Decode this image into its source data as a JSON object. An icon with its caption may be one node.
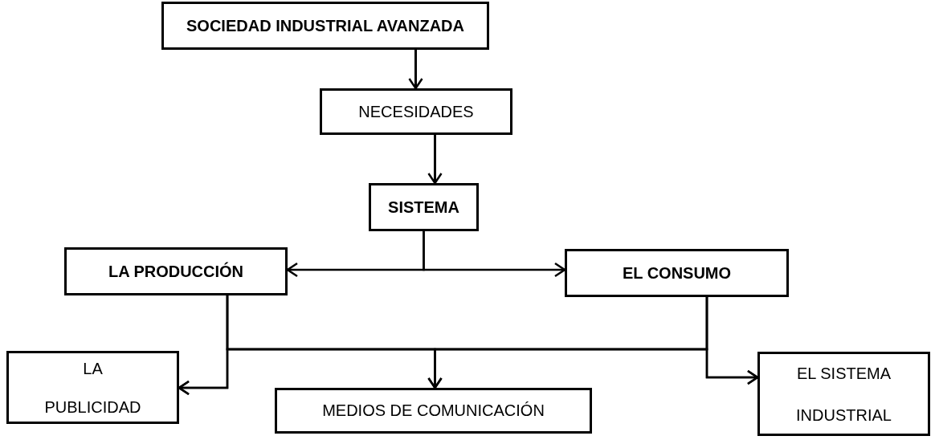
{
  "diagram": {
    "nodes": [
      {
        "text": [
          "SOCIEDAD INDUSTRIAL AVANZADA"
        ]
      },
      {
        "text": [
          "NECESIDADES"
        ]
      },
      {
        "text": [
          "SISTEMA"
        ]
      },
      {
        "text": [
          "LA PRODUCCIÓN"
        ]
      },
      {
        "text": [
          "EL CONSUMO"
        ]
      },
      {
        "text": [
          "LA PUBLICIDAD"
        ]
      },
      {
        "text": [
          "MEDIOS DE COMUNICACIÓN"
        ]
      },
      {
        "text": [
          "EL SISTEMA INDUSTRIAL"
        ]
      }
    ],
    "edges": [
      {
        "from": 0,
        "to": 1,
        "arrow": "to"
      },
      {
        "from": 1,
        "to": 2,
        "arrow": "to"
      },
      {
        "from": 2,
        "to": 3,
        "arrow": "to"
      },
      {
        "from": 2,
        "to": 4,
        "arrow": "to"
      },
      {
        "from": 3,
        "to": 5,
        "arrow": "to"
      },
      {
        "from": 3,
        "to": 6,
        "arrow": "to"
      },
      {
        "from": 3,
        "to": 7,
        "arrow": "to"
      },
      {
        "from": 4,
        "to": 5,
        "arrow": "to"
      },
      {
        "from": 4,
        "to": 6,
        "arrow": "to"
      },
      {
        "from": 4,
        "to": 7,
        "arrow": "to"
      }
    ]
  }
}
